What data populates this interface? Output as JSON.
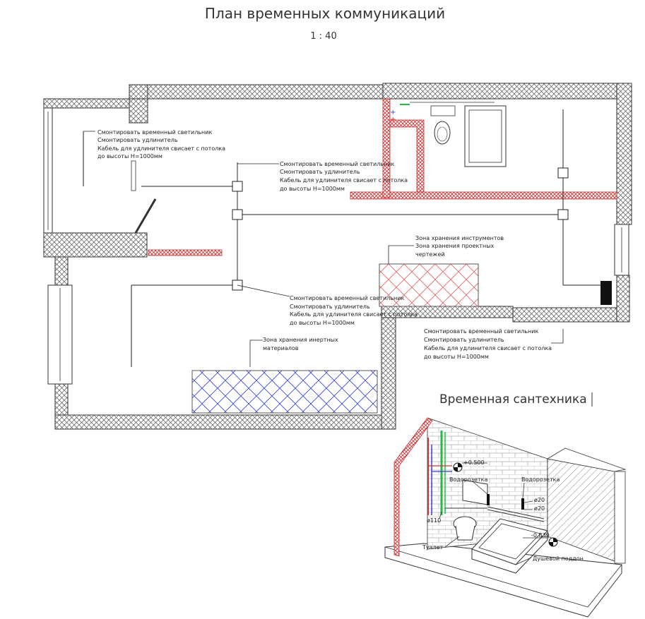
{
  "title": "План временных коммуникаций",
  "scale": "1 : 40",
  "notes": {
    "lamp_left": [
      "Смонтировать временный светильник",
      "Смонтировать удлинитель",
      "Кабель для удлинителя свисает с потолка",
      "до высоты Н=1000мм"
    ],
    "lamp_center_top": [
      "Смонтировать временный светильник",
      "Смонтировать удлинитель",
      "Кабель для удлинителя свисает с потолка",
      "до высоты Н=1000мм"
    ],
    "lamp_center_bottom": [
      "Смонтировать временный светильник",
      "Смонтировать удлинитель",
      "Кабель для удлинителя свисает с потолка",
      "до высоты Н=1000мм"
    ],
    "lamp_right": [
      "Смонтировать временный светильник",
      "Смонтировать удлинитель",
      "Кабель для удлинителя свисает с потолка",
      "до высоты Н=1000мм"
    ]
  },
  "zones": {
    "tools": [
      "Зона хранения инструментов",
      "Зона хранения проектных",
      "чертежей"
    ],
    "materials": [
      "Зона хранения инертных",
      "материалов"
    ]
  },
  "plumbing": {
    "subtitle": "Временная сантехника",
    "elev_top": "+0.500",
    "elev_bottom": "-0.839",
    "socket_left": "Водорозетка",
    "socket_right": "Водорозетка",
    "pipe_110": "ø110",
    "pipe_20a": "ø20",
    "pipe_20b": "ø20",
    "toilet": "Туалет",
    "shower": "Душевой поддон"
  },
  "colors": {
    "wall_hatch": "#555555",
    "red_hatch": "#cc2a2a",
    "blue_hatch": "#3344cc",
    "pipe_green": "#22bb44",
    "pipe_red": "#cc3333",
    "pipe_blue": "#3344cc"
  }
}
